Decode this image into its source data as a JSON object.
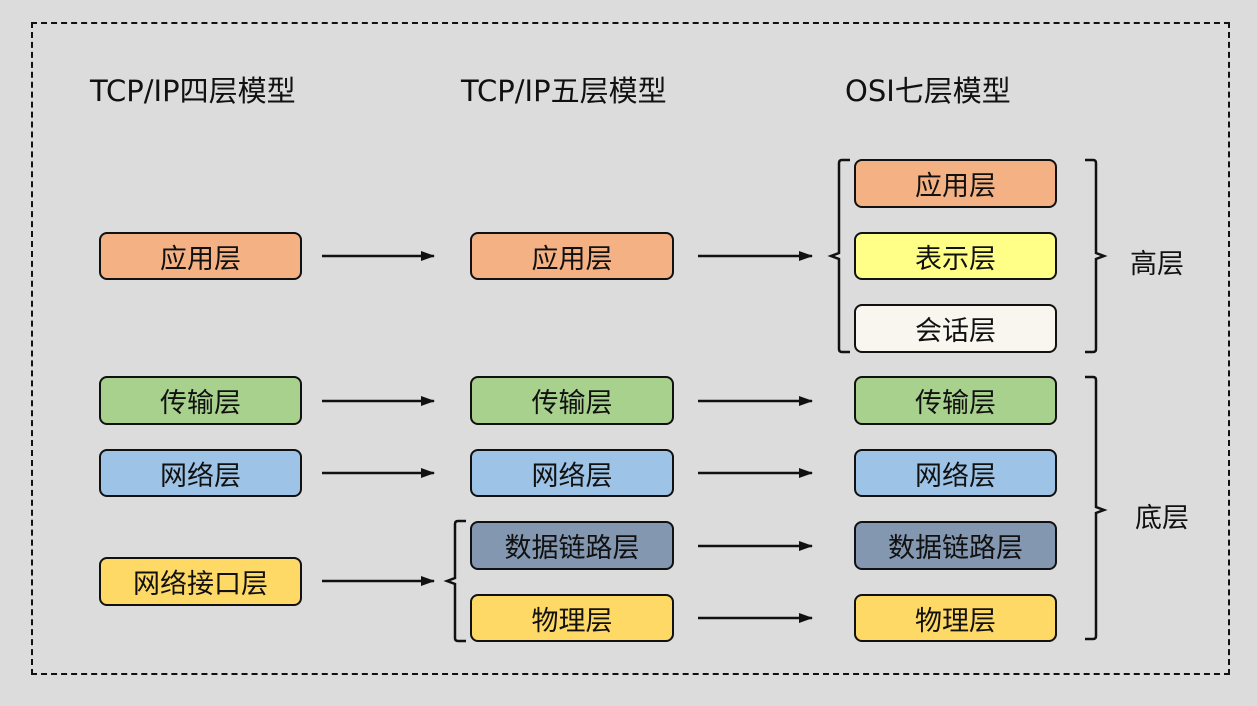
{
  "headings": {
    "four_layer": "TCP/IP四层模型",
    "five_layer": "TCP/IP五层模型",
    "osi": "OSI七层模型"
  },
  "four_layer": {
    "application": "应用层",
    "transport": "传输层",
    "network": "网络层",
    "network_interface": "网络接口层"
  },
  "five_layer": {
    "application": "应用层",
    "transport": "传输层",
    "network": "网络层",
    "data_link": "数据链路层",
    "physical": "物理层"
  },
  "osi": {
    "application": "应用层",
    "presentation": "表示层",
    "session": "会话层",
    "transport": "传输层",
    "network": "网络层",
    "data_link": "数据链路层",
    "physical": "物理层"
  },
  "groups": {
    "upper": "高层",
    "lower": "底层"
  },
  "colors": {
    "background": "#dcdcdc",
    "application": "#f4b183",
    "presentation": "#ffff88",
    "session": "#f8f6ee",
    "transport": "#a9d18e",
    "network": "#9dc3e6",
    "data_link": "#8497b0",
    "physical_interface": "#ffd966"
  }
}
